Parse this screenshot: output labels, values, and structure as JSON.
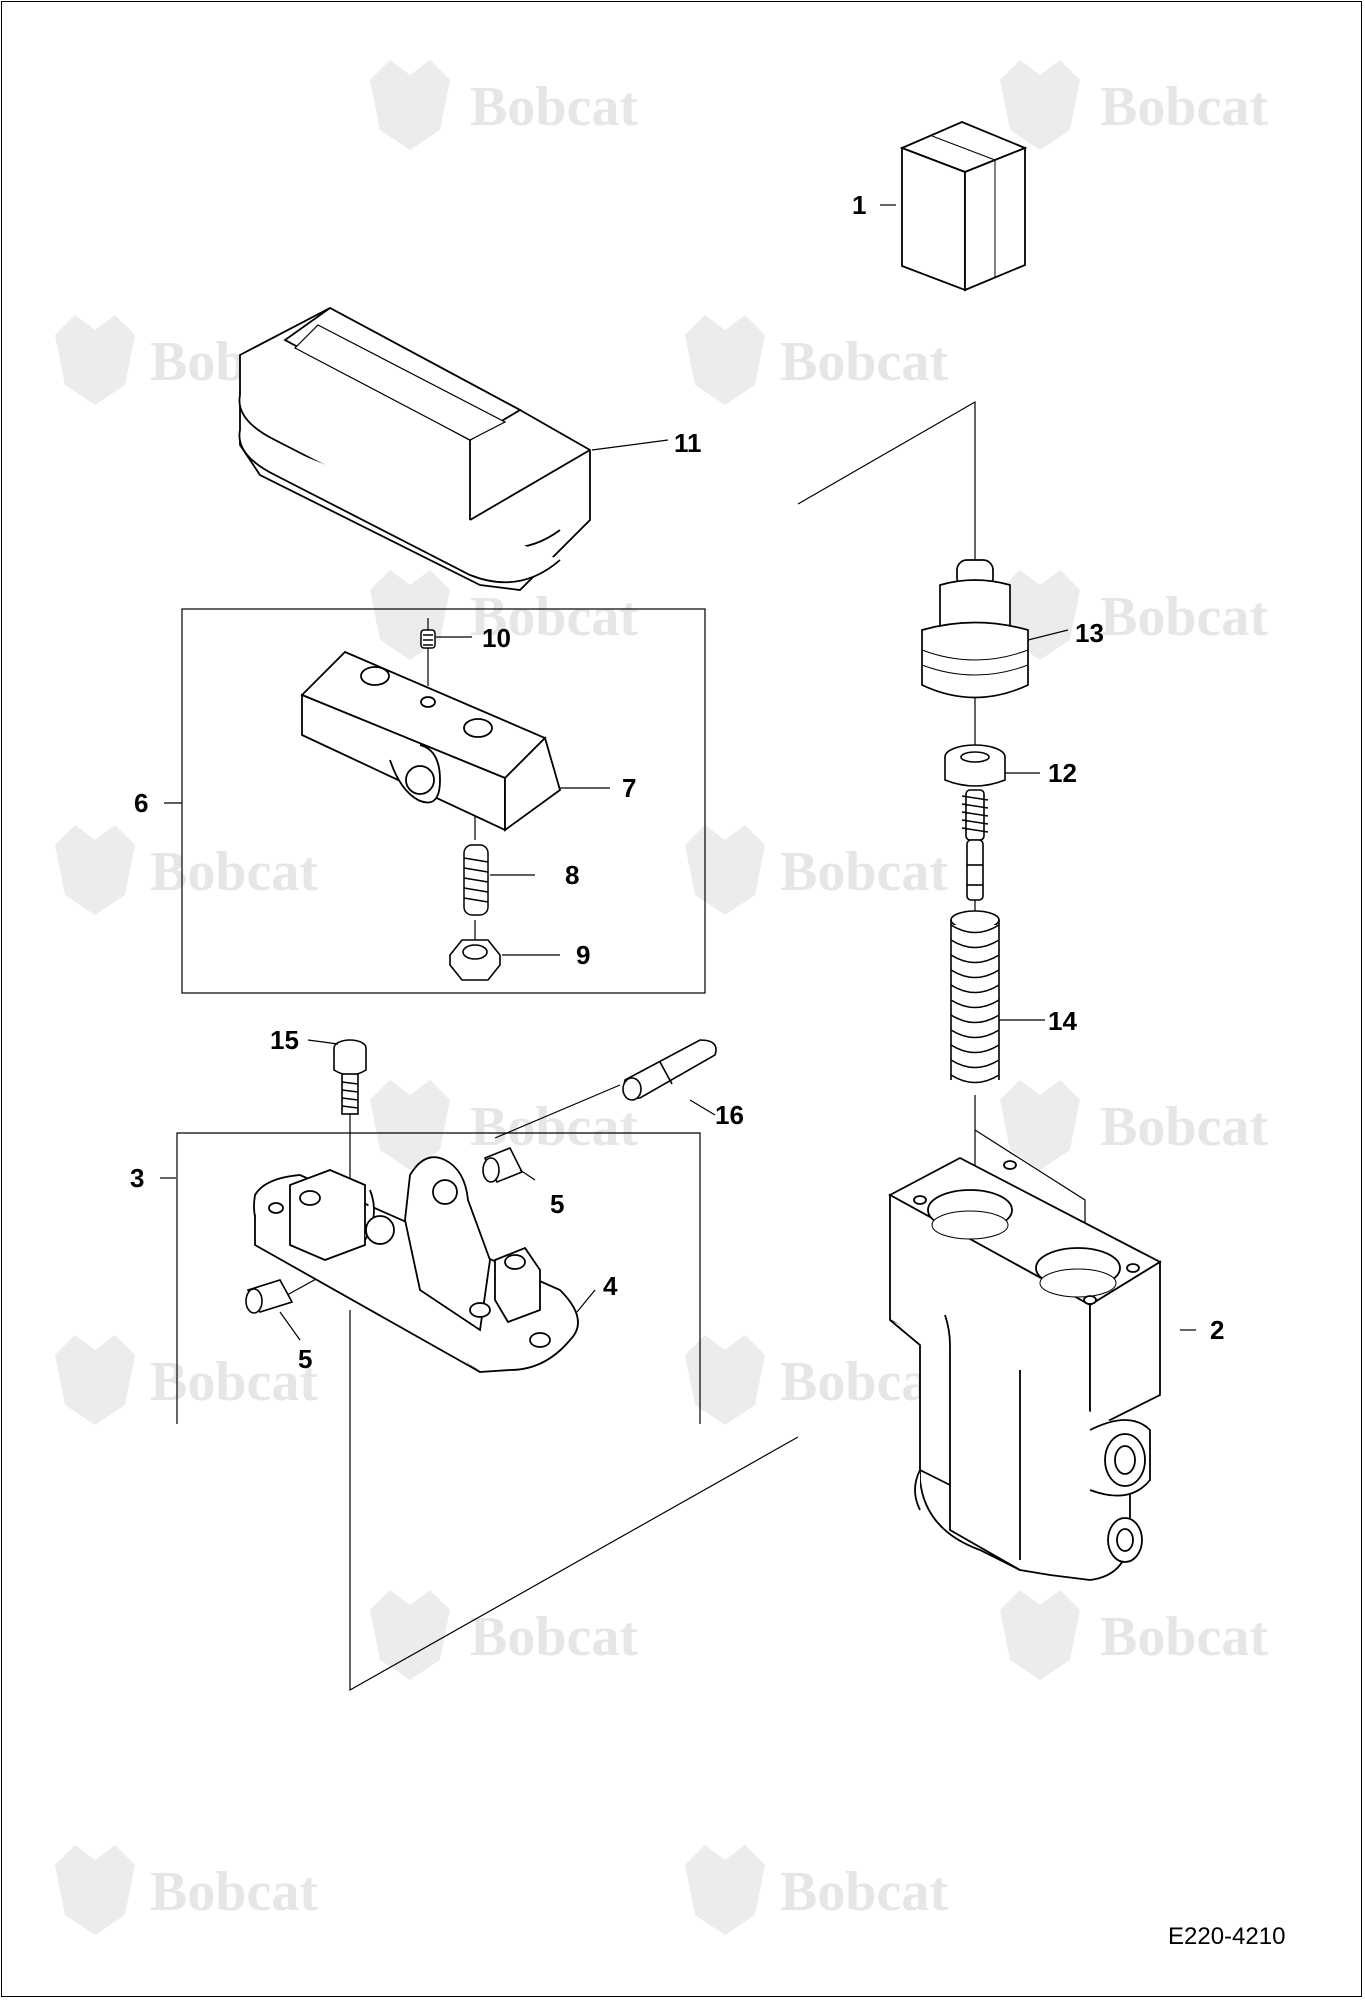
{
  "watermark": {
    "text": "Bobcat",
    "color": "#e6e6e6"
  },
  "document_id": "E220-4210",
  "callouts": {
    "c1": "1",
    "c2": "2",
    "c3": "3",
    "c4": "4",
    "c5a": "5",
    "c5b": "5",
    "c6": "6",
    "c7": "7",
    "c8": "8",
    "c9": "9",
    "c10": "10",
    "c11": "11",
    "c12": "12",
    "c13": "13",
    "c14": "14",
    "c15": "15",
    "c16": "16"
  },
  "parts": [
    {
      "ref": "1",
      "icon": "kit-box-icon"
    },
    {
      "ref": "2",
      "icon": "valve-body-icon"
    },
    {
      "ref": "3",
      "icon": "bracket-assembly"
    },
    {
      "ref": "4",
      "icon": "bracket-icon"
    },
    {
      "ref": "5",
      "icon": "bushing-icon"
    },
    {
      "ref": "6",
      "icon": "lever-assembly"
    },
    {
      "ref": "7",
      "icon": "lever-block-icon"
    },
    {
      "ref": "8",
      "icon": "stud-icon"
    },
    {
      "ref": "9",
      "icon": "nut-icon"
    },
    {
      "ref": "10",
      "icon": "set-screw-icon"
    },
    {
      "ref": "11",
      "icon": "boot-icon"
    },
    {
      "ref": "12",
      "icon": "plunger-icon"
    },
    {
      "ref": "13",
      "icon": "guide-icon"
    },
    {
      "ref": "14",
      "icon": "spring-icon"
    },
    {
      "ref": "15",
      "icon": "cap-screw-icon"
    },
    {
      "ref": "16",
      "icon": "pin-icon"
    }
  ]
}
